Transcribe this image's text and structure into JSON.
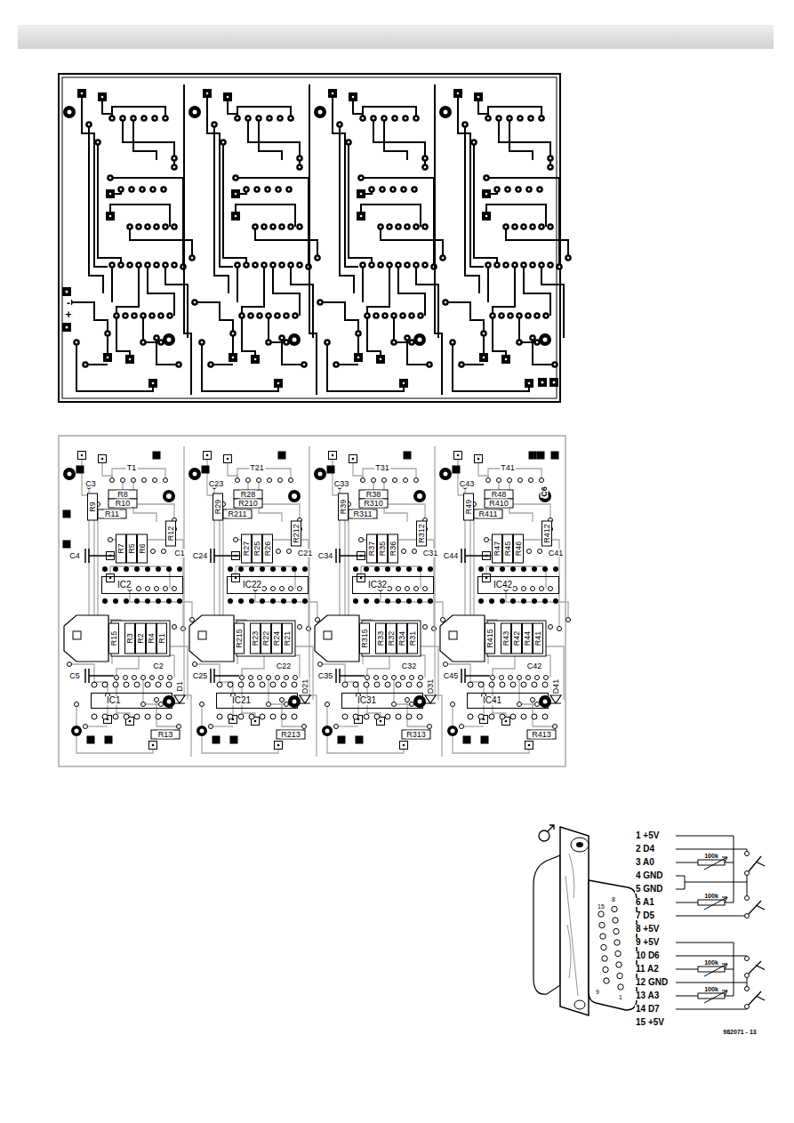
{
  "diagram": {
    "nodes": [
      {
        "text": [
          "IC2"
        ]
      },
      {
        "text": [
          "IC22"
        ]
      },
      {
        "text": [
          "IC32"
        ]
      },
      {
        "text": [
          "IC42"
        ]
      },
      {
        "text": [
          "IC1"
        ]
      },
      {
        "text": [
          "IC21"
        ]
      },
      {
        "text": [
          "IC31"
        ]
      },
      {
        "text": [
          "IC41"
        ]
      }
    ],
    "labels": [
      "T1",
      "C3",
      "R9",
      "R8",
      "R10",
      "R11",
      "R12",
      "C1",
      "R7",
      "R5",
      "R6",
      "C4",
      "R15",
      "R3",
      "R2",
      "R4",
      "R1",
      "C2",
      "C5",
      "D1",
      "R13",
      "T21",
      "C23",
      "R29",
      "R28",
      "R210",
      "R211",
      "R212",
      "C21",
      "R27",
      "R25",
      "R26",
      "C24",
      "R215",
      "R23",
      "R22",
      "R24",
      "R21",
      "C22",
      "C25",
      "D21",
      "R213",
      "T31",
      "C33",
      "R39",
      "R38",
      "R310",
      "R311",
      "R312",
      "C31",
      "R37",
      "R35",
      "R36",
      "C34",
      "R315",
      "R33",
      "R32",
      "R34",
      "R31",
      "C32",
      "C35",
      "D31",
      "R313",
      "T41",
      "C43",
      "R49",
      "R48",
      "R410",
      "R411",
      "R412",
      "C41",
      "R47",
      "R45",
      "R46",
      "C44",
      "R415",
      "R43",
      "R42",
      "R44",
      "R41",
      "C42",
      "C45",
      "D41",
      "R413",
      "-",
      "+",
      "C6",
      "1 +5V",
      "2 D4",
      "3 A0",
      "4 GND",
      "5 GND",
      "6 A1",
      "7 D5",
      "8 +5V",
      "9 +5V",
      "10 D6",
      "11 A2",
      "12 GND",
      "13 A3",
      "14 D7",
      "15 +5V",
      "100k",
      "100k",
      "100k",
      "100k",
      "8",
      "15",
      "9",
      "1",
      "982071 - 13"
    ]
  }
}
